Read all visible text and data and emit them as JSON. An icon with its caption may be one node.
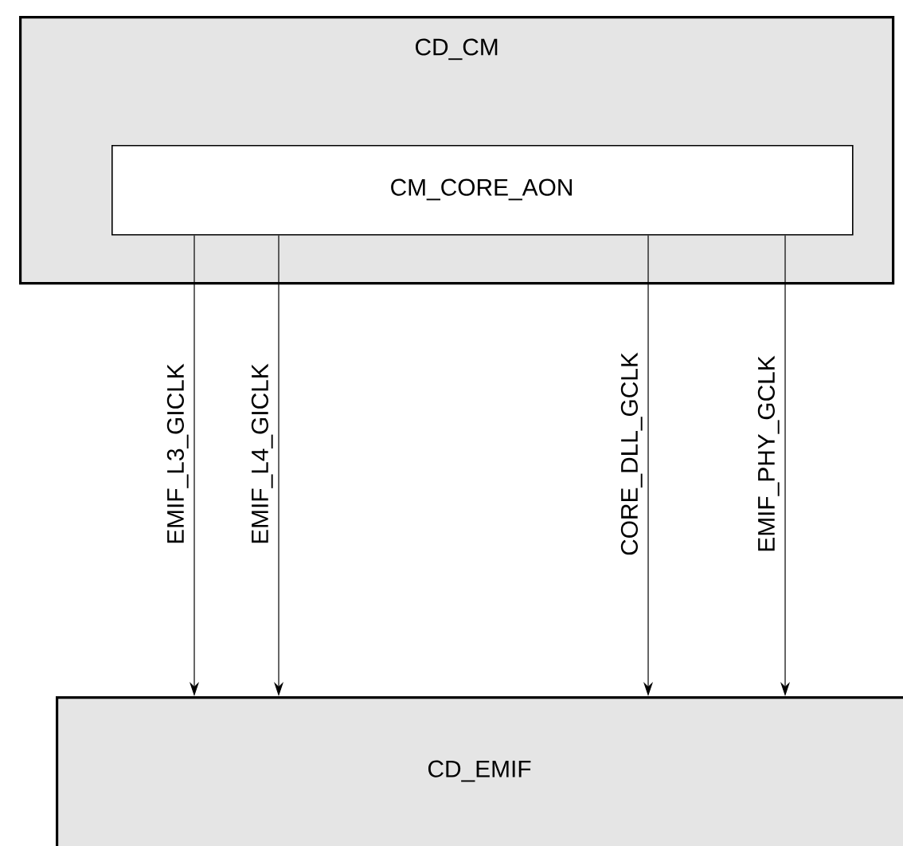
{
  "diagram": {
    "nodes": [
      {
        "text": [
          "CD_CM"
        ]
      },
      {
        "text": [
          "CM_CORE_AON"
        ],
        "in": 0
      },
      {
        "text": [
          "CD_EMIF"
        ]
      }
    ],
    "edges": [
      {
        "from": 1,
        "to": 2,
        "arrow": "to",
        "label": "EMIF_L3_GICLK"
      },
      {
        "from": 1,
        "to": 2,
        "arrow": "to",
        "label": "EMIF_L4_GICLK"
      },
      {
        "from": 1,
        "to": 2,
        "arrow": "to",
        "label": "CORE_DLL_GCLK"
      },
      {
        "from": 1,
        "to": 2,
        "arrow": "to",
        "label": "EMIF_PHY_GCLK"
      }
    ]
  }
}
